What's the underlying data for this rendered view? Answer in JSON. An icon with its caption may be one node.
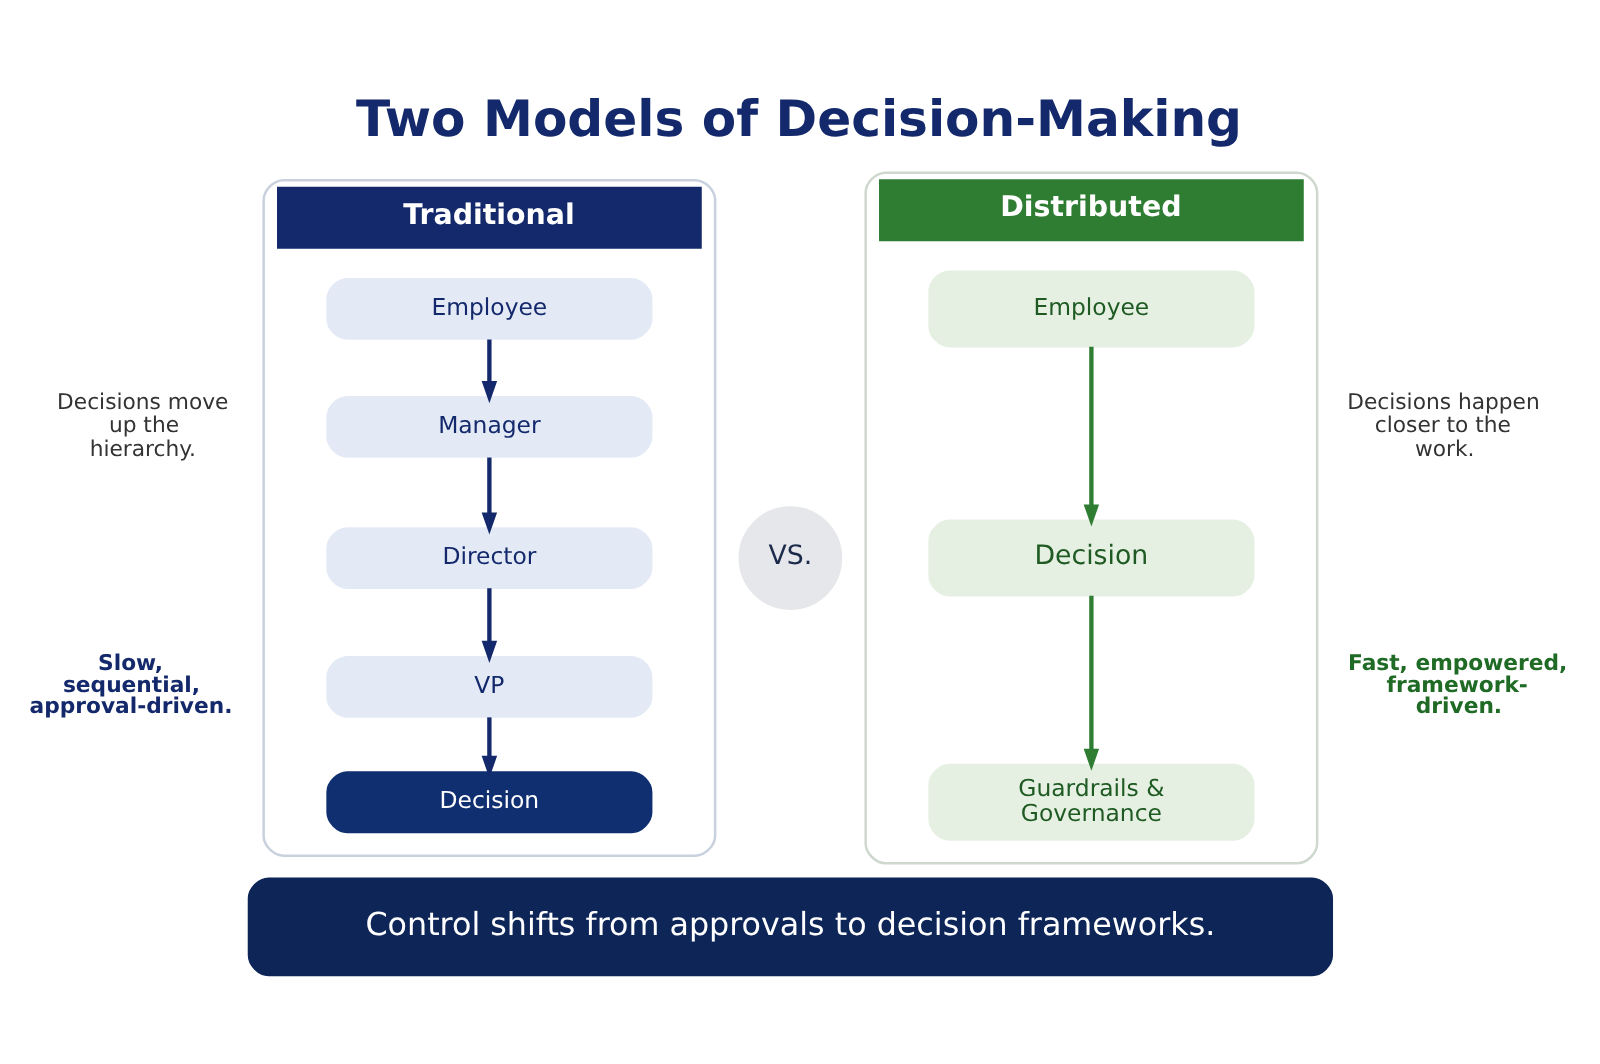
{
  "diagram": {
    "title": "Two Models of Decision-Making",
    "nodes": [
      {
        "text": [
          "Traditional"
        ]
      },
      {
        "text": [
          "Employee"
        ],
        "in": 0
      },
      {
        "text": [
          "Manager"
        ],
        "in": 0
      },
      {
        "text": [
          "Director"
        ],
        "in": 0
      },
      {
        "text": [
          "VP"
        ],
        "in": 0
      },
      {
        "text": [
          "Decision"
        ],
        "in": 0
      },
      {
        "text": [
          "Distributed"
        ]
      },
      {
        "text": [
          "Employee"
        ],
        "in": 6
      },
      {
        "text": [
          "Decision"
        ],
        "in": 6
      },
      {
        "text": [
          "Guardrails & Governance"
        ],
        "in": 6
      },
      {
        "text": [
          "VS."
        ]
      },
      {
        "text": [
          "Control shifts from approvals to decision frameworks."
        ]
      }
    ],
    "edges": [
      {
        "from": 1,
        "to": 2,
        "arrow": "to"
      },
      {
        "from": 2,
        "to": 3,
        "arrow": "to"
      },
      {
        "from": 3,
        "to": 4,
        "arrow": "to"
      },
      {
        "from": 4,
        "to": 5,
        "arrow": "to"
      },
      {
        "from": 7,
        "to": 8,
        "arrow": "to",
        "color": "#2e7d32"
      },
      {
        "from": 8,
        "to": 9,
        "arrow": "to",
        "color": "#2e7d32"
      }
    ],
    "labels": [
      "Decisions move up the hierarchy.",
      "Slow, sequential, approval-driven.",
      "Decisions happen closer to the work.",
      "Fast, empowered, framework-driven."
    ]
  }
}
